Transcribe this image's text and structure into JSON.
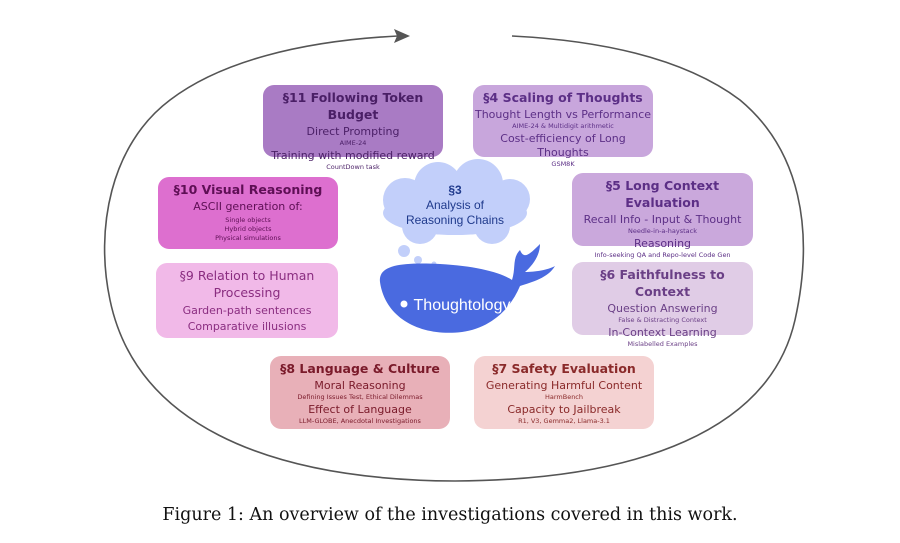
{
  "center": {
    "thought_title": "§3",
    "thought_line1": "Analysis of",
    "thought_line2": "Reasoning Chains",
    "whale_label": "Thoughtology"
  },
  "boxes": {
    "b11": {
      "title": "§11 Following Token Budget",
      "items": [
        {
          "label": "Direct Prompting",
          "sub": "AIME-24"
        },
        {
          "label": "Training with modified reward",
          "sub": "CountDown task"
        }
      ]
    },
    "b4": {
      "title": "§4 Scaling of Thoughts",
      "items": [
        {
          "label": "Thought Length vs Performance",
          "sub": "AIME-24 & Multidigit arithmetic"
        },
        {
          "label": "Cost-efficiency of Long Thoughts",
          "sub": "GSM8K"
        }
      ]
    },
    "b10": {
      "title": "§10 Visual Reasoning",
      "label": "ASCII generation of:",
      "lines": [
        "Single objects",
        "Hybrid objects",
        "Physical simulations"
      ]
    },
    "b5": {
      "title": "§5 Long Context Evaluation",
      "items": [
        {
          "label": "Recall Info - Input & Thought",
          "sub": "Needle-in-a-haystack"
        },
        {
          "label": "Reasoning",
          "sub": "Info-seeking QA and Repo-level Code Gen"
        }
      ]
    },
    "b9": {
      "title_line1": "§9 Relation to Human",
      "title_line2": "Processing",
      "lines": [
        "Garden-path sentences",
        "Comparative illusions"
      ]
    },
    "b6": {
      "title": "§6 Faithfulness to Context",
      "items": [
        {
          "label": "Question Answering",
          "sub": "False & Distracting Context"
        },
        {
          "label": "In-Context Learning",
          "sub": "Mislabelled Examples"
        }
      ]
    },
    "b8": {
      "title": "§8 Language & Culture",
      "items": [
        {
          "label": "Moral Reasoning",
          "sub": "Defining Issues Test, Ethical Dilemmas"
        },
        {
          "label": "Effect of Language",
          "sub": "LLM-GLOBE, Anecdotal Investigations"
        }
      ]
    },
    "b7": {
      "title": "§7 Safety Evaluation",
      "items": [
        {
          "label": "Generating Harmful Content",
          "sub": "HarmBench"
        },
        {
          "label": "Capacity to Jailbreak",
          "sub": "R1, V3, Gemma2, Llama-3.1"
        }
      ]
    }
  },
  "caption": "Figure 1: An overview of the investigations covered in this work.",
  "colors": {
    "b11_fill": "#a97bc4",
    "b11_text": "#4a1f66",
    "b4_fill": "#c8a6dc",
    "b4_text": "#5c2f86",
    "b10_fill": "#dd6fcf",
    "b10_text": "#5e0f55",
    "b5_fill": "#caa8dc",
    "b5_text": "#5c2f86",
    "b9_fill": "#f1b9e8",
    "b9_text": "#8a2d80",
    "b6_fill": "#e0cce6",
    "b6_text": "#6a3f86",
    "b8_fill": "#e8b0b8",
    "b8_text": "#7a1a2a",
    "b7_fill": "#f4d2d2",
    "b7_text": "#8a2a2a",
    "whale": "#4a6ae0",
    "cloud": "#c2cffa",
    "cloud_text": "#1f3a8c",
    "ring": "#555555"
  }
}
